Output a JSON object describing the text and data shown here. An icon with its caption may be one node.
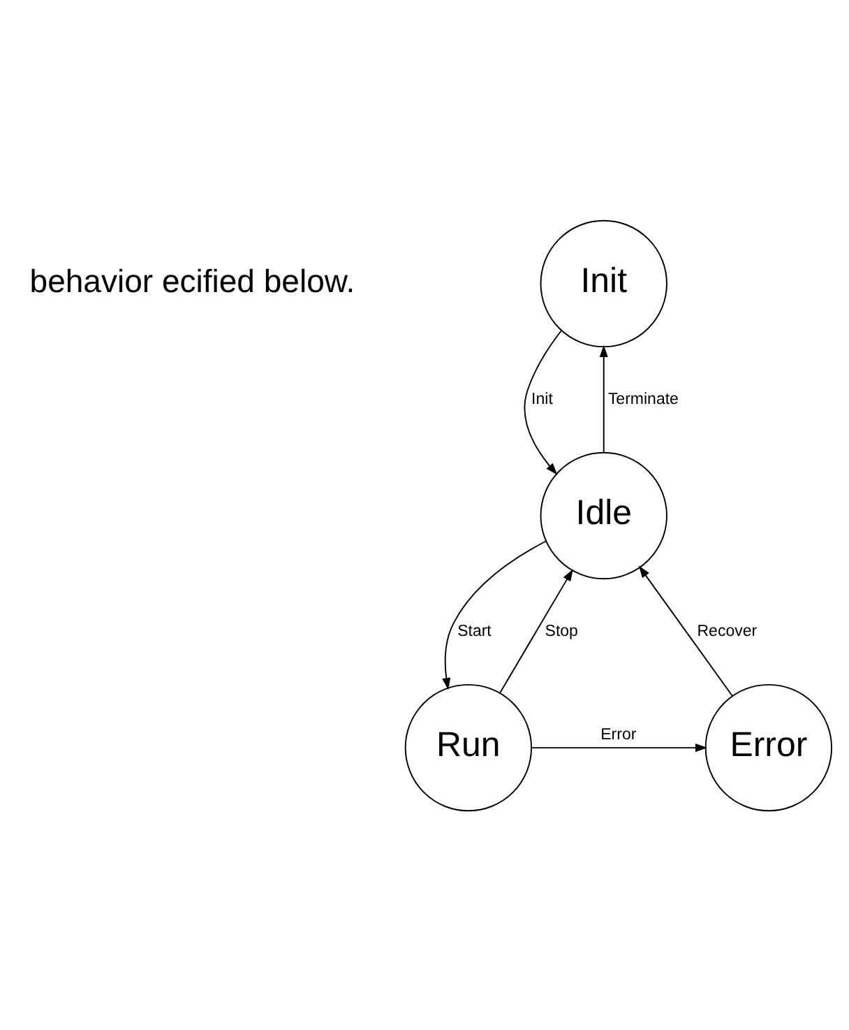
{
  "diagram": {
    "nodes": [
      {
        "text": [
          "Init"
        ]
      },
      {
        "text": [
          "Idle"
        ]
      },
      {
        "text": [
          "Run"
        ]
      },
      {
        "text": [
          "Error"
        ]
      }
    ],
    "edges": [
      {
        "from": 0,
        "to": 1,
        "arrow": "to",
        "label": "Init"
      },
      {
        "from": 1,
        "to": 0,
        "arrow": "to",
        "label": "Terminate"
      },
      {
        "from": 1,
        "to": 2,
        "arrow": "to",
        "label": "Start"
      },
      {
        "from": 2,
        "to": 1,
        "arrow": "to",
        "label": "Stop"
      },
      {
        "from": 2,
        "to": 3,
        "arrow": "to",
        "label": "Error"
      },
      {
        "from": 3,
        "to": 1,
        "arrow": "to",
        "label": "Recover"
      }
    ],
    "labels": [
      "behavior ecified below."
    ]
  }
}
